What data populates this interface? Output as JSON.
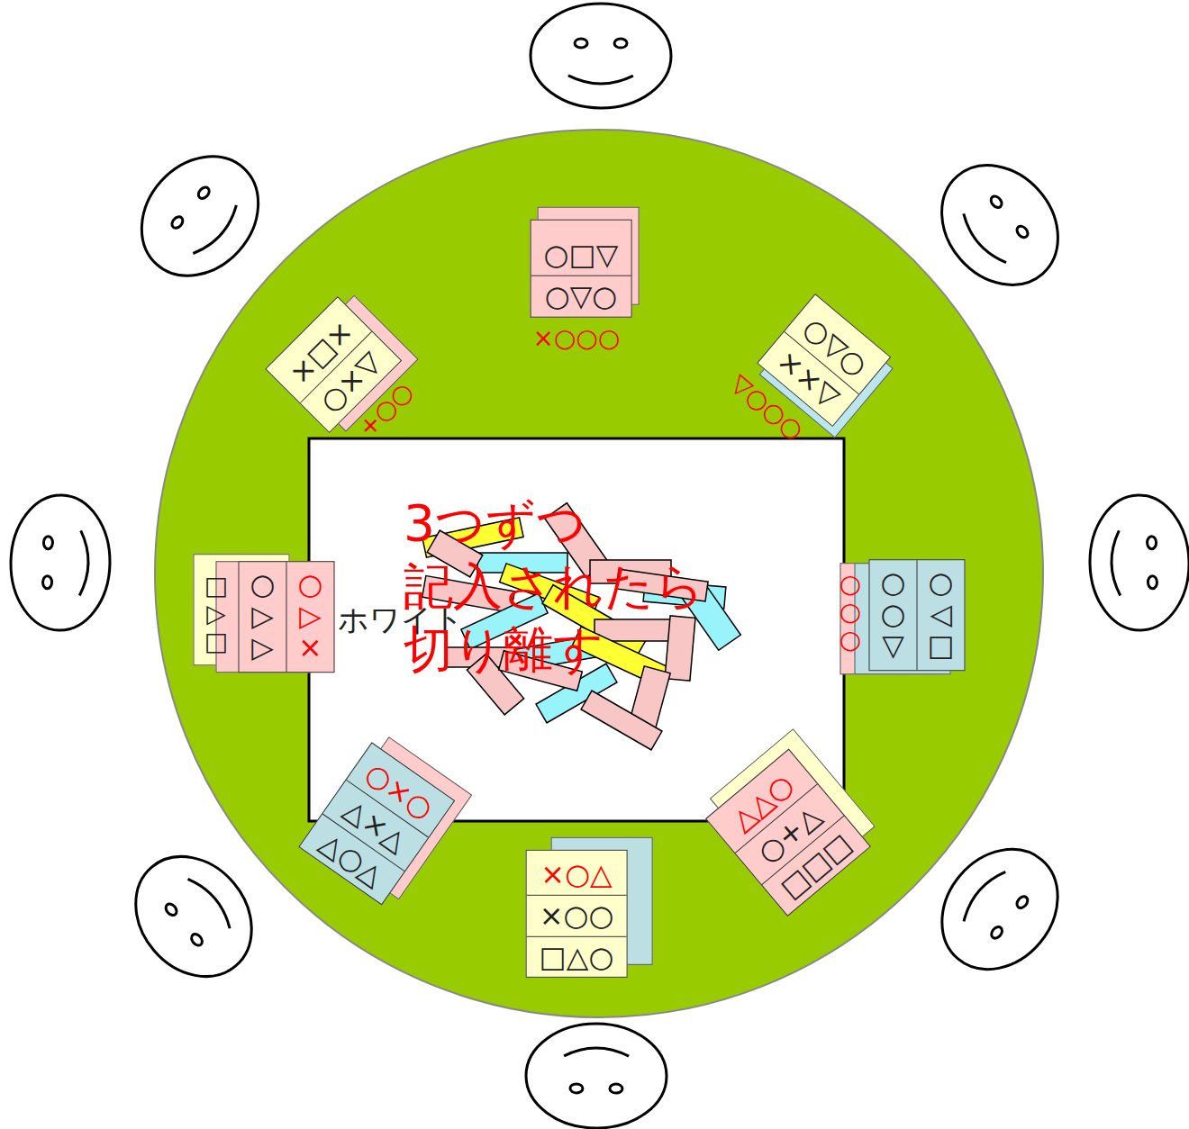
{
  "diagram": {
    "nodes": [
      {
        "text": [
          "ホワイト",
          "3つずつ 記入されたら 切り離す"
        ]
      },
      {
        "text": [
          "○□▽",
          "○▽○"
        ]
      },
      {
        "text": [
          "○▽○",
          "××▽"
        ]
      },
      {
        "text": [
          "○○▽",
          "○◁□"
        ]
      },
      {
        "text": [
          "△△○",
          "○+△",
          "□□□"
        ]
      },
      {
        "text": [
          "×○△",
          "×○○",
          "□△○"
        ]
      },
      {
        "text": [
          "○×○",
          "△×△",
          "△○△"
        ]
      },
      {
        "text": [
          "○▷▷",
          "○▷×"
        ]
      },
      {
        "text": [
          "×□×",
          "○×▽"
        ]
      }
    ],
    "labels": [
      "×○○○",
      "▽○○○",
      "○○○",
      "□▷□",
      "+○○"
    ]
  }
}
